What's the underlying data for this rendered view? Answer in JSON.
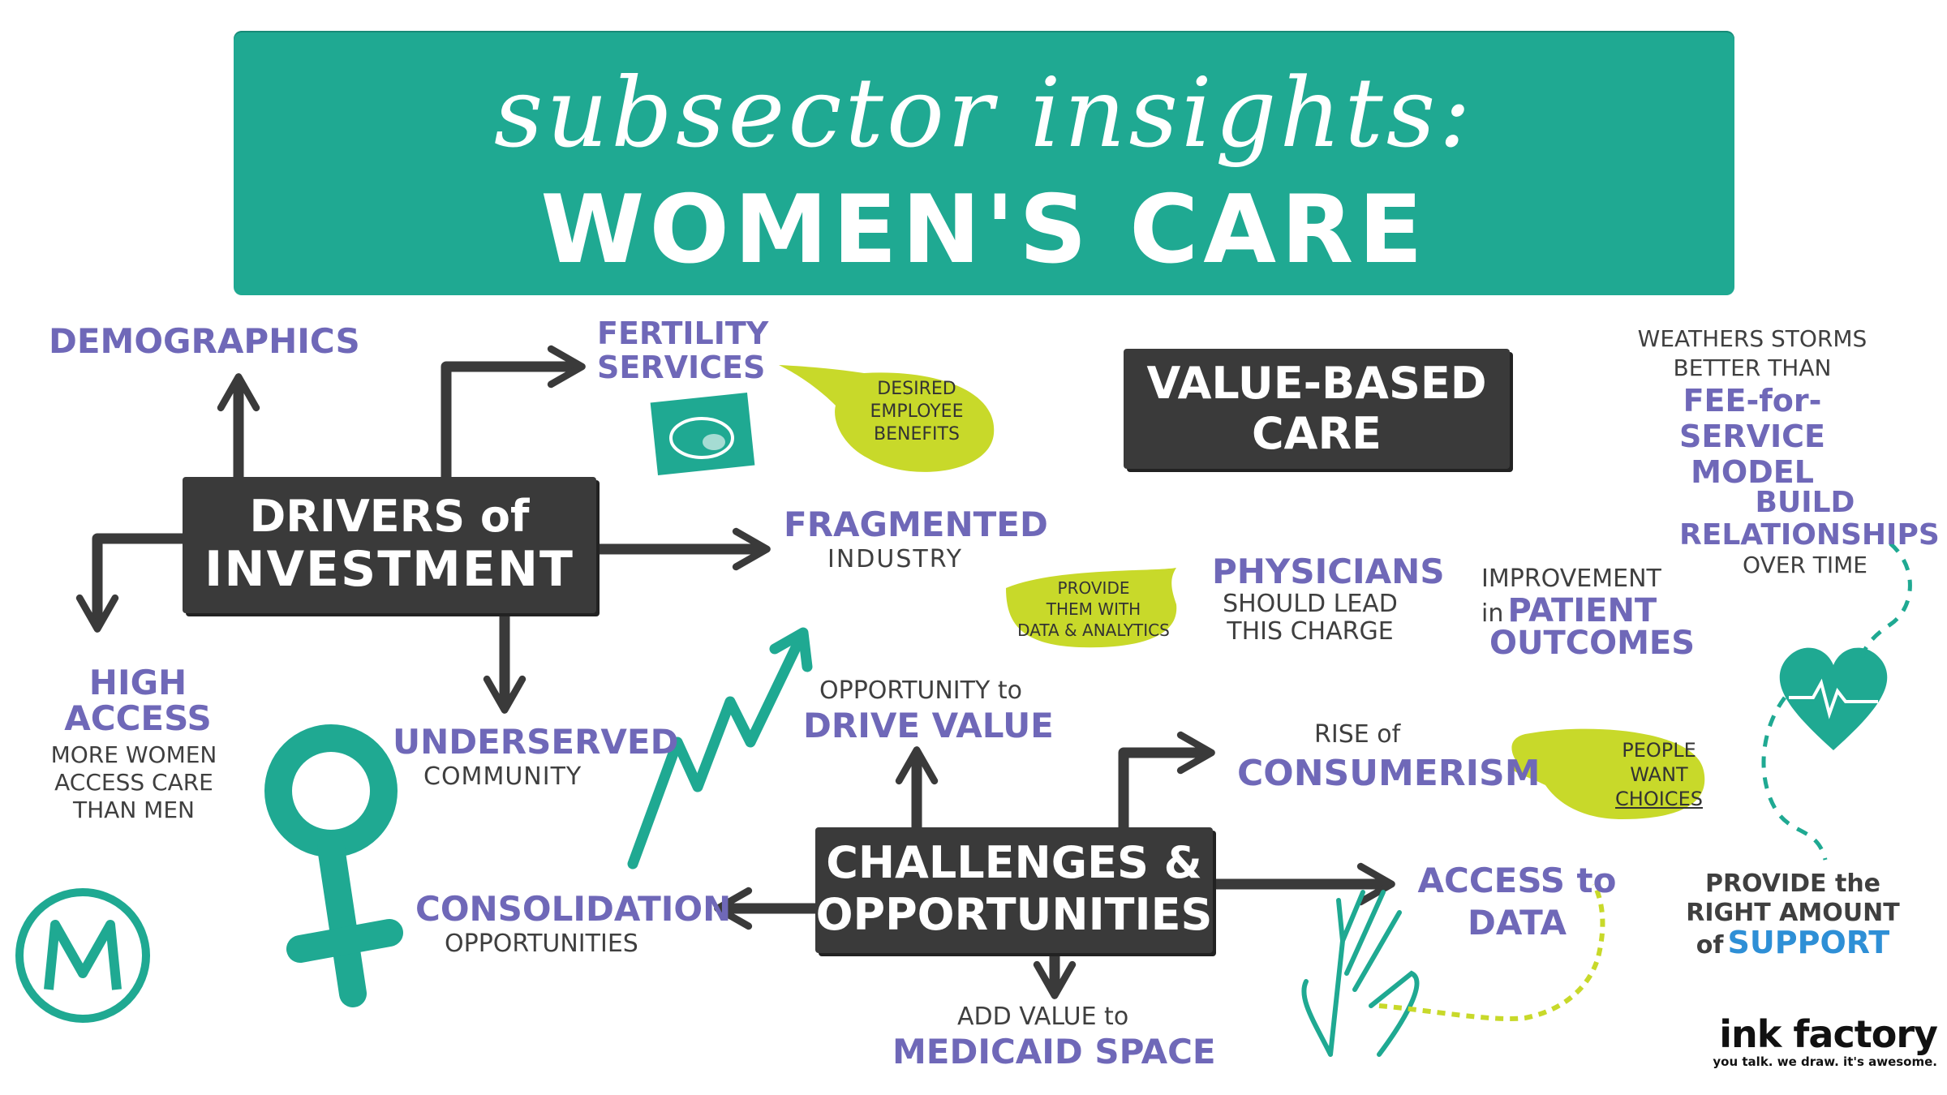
{
  "header": {
    "script_title": "subsector insights:",
    "main_title": "WOMEN'S CARE"
  },
  "drivers": {
    "box_line1": "DRIVERS of",
    "box_line2": "INVESTMENT",
    "demographics": "DEMOGRAPHICS",
    "fertility_line1": "FERTILITY",
    "fertility_line2": "SERVICES",
    "desired_bubble": [
      "DESIRED",
      "EMPLOYEE",
      "BENEFITS"
    ],
    "fragmented": "FRAGMENTED",
    "industry": "INDUSTRY",
    "high": "HIGH",
    "access": "ACCESS",
    "high_access_note": [
      "MORE WOMEN",
      "ACCESS CARE",
      "THAN MEN"
    ],
    "underserved": "UNDERSERVED",
    "community": "COMMUNITY"
  },
  "value_based": {
    "box_line1": "VALUE-BASED",
    "box_line2": "CARE",
    "weathers": [
      "WEATHERS STORMS",
      "BETTER THAN"
    ],
    "ffs_line1": "FEE-for-SERVICE",
    "ffs_line2": "MODEL",
    "physicians": "PHYSICIANS",
    "physicians_note": [
      "SHOULD LEAD",
      "THIS CHARGE"
    ],
    "provide_bubble": [
      "PROVIDE",
      "THEM WITH",
      "DATA & ANALYTICS"
    ],
    "improvement": "IMPROVEMENT",
    "in_word": "in",
    "patient": "PATIENT",
    "outcomes": "OUTCOMES",
    "build_line1": "BUILD",
    "build_line2": "RELATIONSHIPS",
    "over_time": "OVER TIME",
    "provide_the": "PROVIDE the",
    "right_amount": "RIGHT AMOUNT",
    "of_word": "of",
    "support": "SUPPORT"
  },
  "challenges": {
    "box_line1": "CHALLENGES &",
    "box_line2": "OPPORTUNITIES",
    "opportunity_to": "OPPORTUNITY to",
    "drive_value": "DRIVE VALUE",
    "rise_of": "RISE of",
    "consumerism": "CONSUMERISM",
    "people_bubble": [
      "PEOPLE",
      "WANT",
      "CHOICES"
    ],
    "consolidation": "CONSOLIDATION",
    "opportunities": "OPPORTUNITIES",
    "access_to": "ACCESS to",
    "data": "DATA",
    "add_value": "ADD VALUE to",
    "medicaid": "MEDICAID SPACE"
  },
  "branding": {
    "logo_letter": "M",
    "ink_factory": "ink factory",
    "tagline": "you talk. we draw. it's awesome."
  },
  "colors": {
    "teal": "#1fa992",
    "purple": "#6f68b8",
    "dark": "#3a3a3a",
    "lime": "#c8d92a"
  },
  "icons": [
    "ultrasound-icon",
    "growth-arrow-icon",
    "female-symbol-icon",
    "heart-pulse-icon",
    "raised-hand-icon",
    "m-logo-icon"
  ]
}
